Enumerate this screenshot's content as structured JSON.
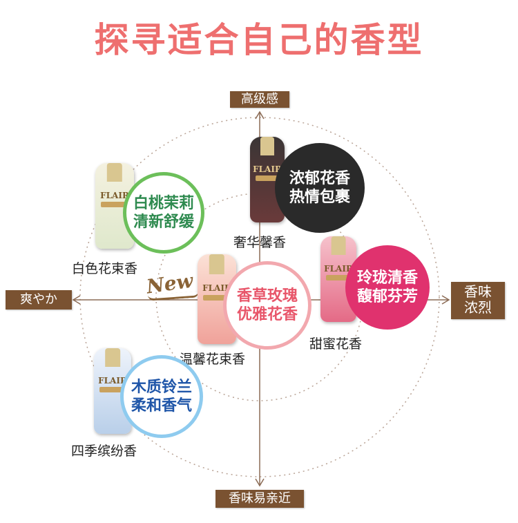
{
  "title": "探寻适合自己的香型",
  "axes": {
    "top": "高级感",
    "bottom": "香味易亲近",
    "left": "爽やか",
    "right_line1": "香味",
    "right_line2": "浓烈"
  },
  "new_badge": "New",
  "brand": "FLAIR",
  "products": [
    {
      "name": "白色花束香",
      "bubble_line1": "白桃茉莉",
      "bubble_line2": "清新舒缓",
      "color": "#2e8a4f"
    },
    {
      "name": "奢华馨香",
      "bubble_line1": "浓郁花香",
      "bubble_line2": "热情包裹",
      "color": "#2a2a2a"
    },
    {
      "name": "甜蜜花香",
      "bubble_line1": "玲珑清香",
      "bubble_line2": "馥郁芬芳",
      "color": "#e0326e"
    },
    {
      "name": "温馨花束香",
      "bubble_line1": "香草玫瑰",
      "bubble_line2": "优雅花香",
      "color": "#e8566a"
    },
    {
      "name": "四季缤纷香",
      "bubble_line1": "木质铃兰",
      "bubble_line2": "柔和香气",
      "color": "#1e55a8"
    }
  ],
  "colors": {
    "title": "#ee6f6f",
    "axis_label_bg": "#7a5231",
    "guide_line": "#9a7a66"
  }
}
